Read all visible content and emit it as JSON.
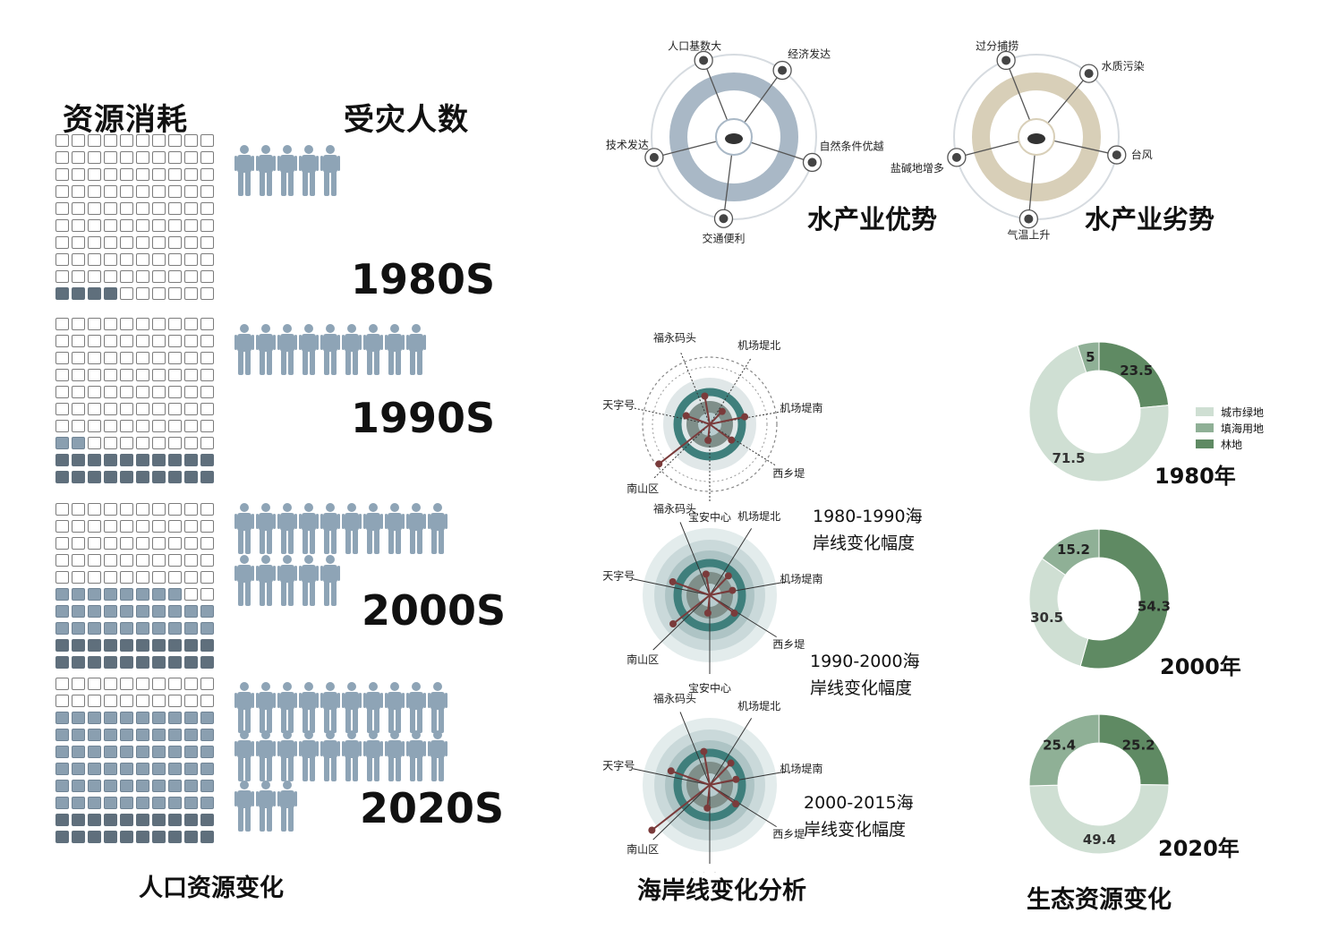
{
  "population": {
    "resource_title": "资源消耗",
    "affected_title": "受灾人数",
    "caption": "人口资源变化",
    "decades": [
      {
        "label": "1980S",
        "people": 5,
        "filled_cells": 4
      },
      {
        "label": "1990S",
        "people": 9,
        "filled_cells": 22
      },
      {
        "label": "2000S",
        "people": 15,
        "filled_cells": 48
      },
      {
        "label": "2020S",
        "people": 23,
        "filled_cells": 80
      }
    ]
  },
  "aquaculture": {
    "advantage": {
      "title": "水产业优势",
      "factors": [
        {
          "label": "人口基数大",
          "icon": "person-icon"
        },
        {
          "label": "经济发达",
          "icon": "coins-icon"
        },
        {
          "label": "自然条件优越",
          "icon": "location-icon"
        },
        {
          "label": "交通便利",
          "icon": "plane-icon"
        },
        {
          "label": "技术发达",
          "icon": "chart-icon"
        }
      ]
    },
    "disadvantage": {
      "title": "水产业劣势",
      "factors": [
        {
          "label": "过分捕捞",
          "icon": "boat-icon"
        },
        {
          "label": "水质污染",
          "icon": "waves-icon"
        },
        {
          "label": "台风",
          "icon": "lightning-icon"
        },
        {
          "label": "气温上升",
          "icon": "thermometer-icon"
        },
        {
          "label": "盐碱地增多",
          "icon": "globe-icon"
        }
      ]
    }
  },
  "shoreline": {
    "caption": "海岸线变化分析",
    "locations": [
      "福永码头",
      "机场堤北",
      "机场堤南",
      "西乡堤",
      "宝安中心",
      "南山区",
      "天字号"
    ],
    "periods": [
      {
        "caption1": "1980-1990海",
        "caption2": "岸线变化幅度"
      },
      {
        "caption1": "1990-2000海",
        "caption2": "岸线变化幅度"
      },
      {
        "caption1": "2000-2015海",
        "caption2": "岸线变化幅度"
      }
    ]
  },
  "ecology": {
    "caption": "生态资源变化",
    "legend": [
      "城市绿地",
      "填海用地",
      "林地"
    ]
  },
  "chart_data": [
    {
      "type": "pie",
      "title": "1980年",
      "categories": [
        "城市绿地",
        "填海用地",
        "林地"
      ],
      "values": [
        71.5,
        5,
        23.5
      ],
      "value_labels": [
        "71.5",
        "5",
        "23.5"
      ]
    },
    {
      "type": "pie",
      "title": "2000年",
      "categories": [
        "城市绿地",
        "填海用地",
        "林地"
      ],
      "values": [
        30.5,
        15.2,
        54.3
      ],
      "value_labels": [
        "30.5",
        "15.2",
        "54.3"
      ]
    },
    {
      "type": "pie",
      "title": "2020年",
      "categories": [
        "城市绿地",
        "填海用地",
        "林地"
      ],
      "values": [
        49.4,
        25.4,
        25.2
      ],
      "value_labels": [
        "49.4",
        "25.4",
        "25.2"
      ]
    }
  ],
  "colors": {
    "cell_blue": "#8a9fb0",
    "cell_dark": "#5f6f7c",
    "people": "#8ea4b6",
    "adv_ring": "#a9b8c6",
    "dis_ring": "#d8cfb8",
    "teal": "#3f7f7c",
    "green_light": "#cfdfd3",
    "green_mid": "#8fb096",
    "green_dark": "#5f8a63"
  }
}
